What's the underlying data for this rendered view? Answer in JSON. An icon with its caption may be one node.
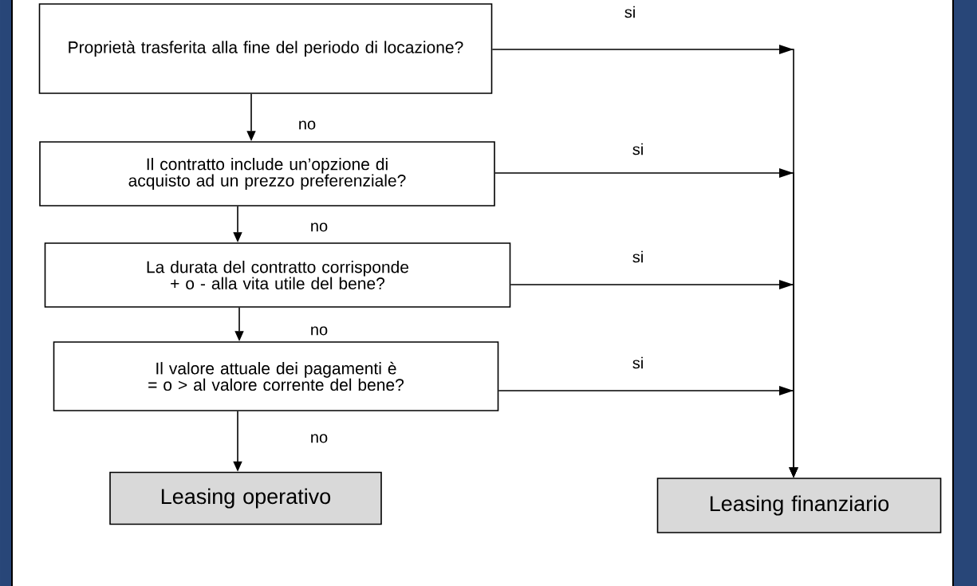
{
  "diagram": {
    "nodes": [
      {
        "text": [
          "Proprietà trasferita alla fine del periodo di locazione?"
        ]
      },
      {
        "text": [
          "Il contratto include un’opzione di acquisto ad un prezzo preferenziale?"
        ]
      },
      {
        "text": [
          "La durata del contratto corrisponde + o - alla vita utile del bene?"
        ]
      },
      {
        "text": [
          "Il valore attuale dei pagamenti è = o > al valore corrente del bene?"
        ]
      },
      {
        "text": [
          "Leasing operativo"
        ]
      },
      {
        "text": [
          "Leasing finanziario"
        ]
      }
    ],
    "edges": [
      {
        "from": 0,
        "to": 1,
        "arrow": "to",
        "label": "no"
      },
      {
        "from": 1,
        "to": 2,
        "arrow": "to",
        "label": "no"
      },
      {
        "from": 2,
        "to": 3,
        "arrow": "to",
        "label": "no"
      },
      {
        "from": 3,
        "to": 4,
        "arrow": "to",
        "label": "no"
      },
      {
        "from": 0,
        "to": 5,
        "arrow": "to",
        "label": "si"
      },
      {
        "from": 1,
        "to": 5,
        "arrow": "to",
        "label": "si"
      },
      {
        "from": 2,
        "to": 5,
        "arrow": "to",
        "label": "si"
      },
      {
        "from": 3,
        "to": 5,
        "arrow": "to",
        "label": "si"
      }
    ]
  }
}
